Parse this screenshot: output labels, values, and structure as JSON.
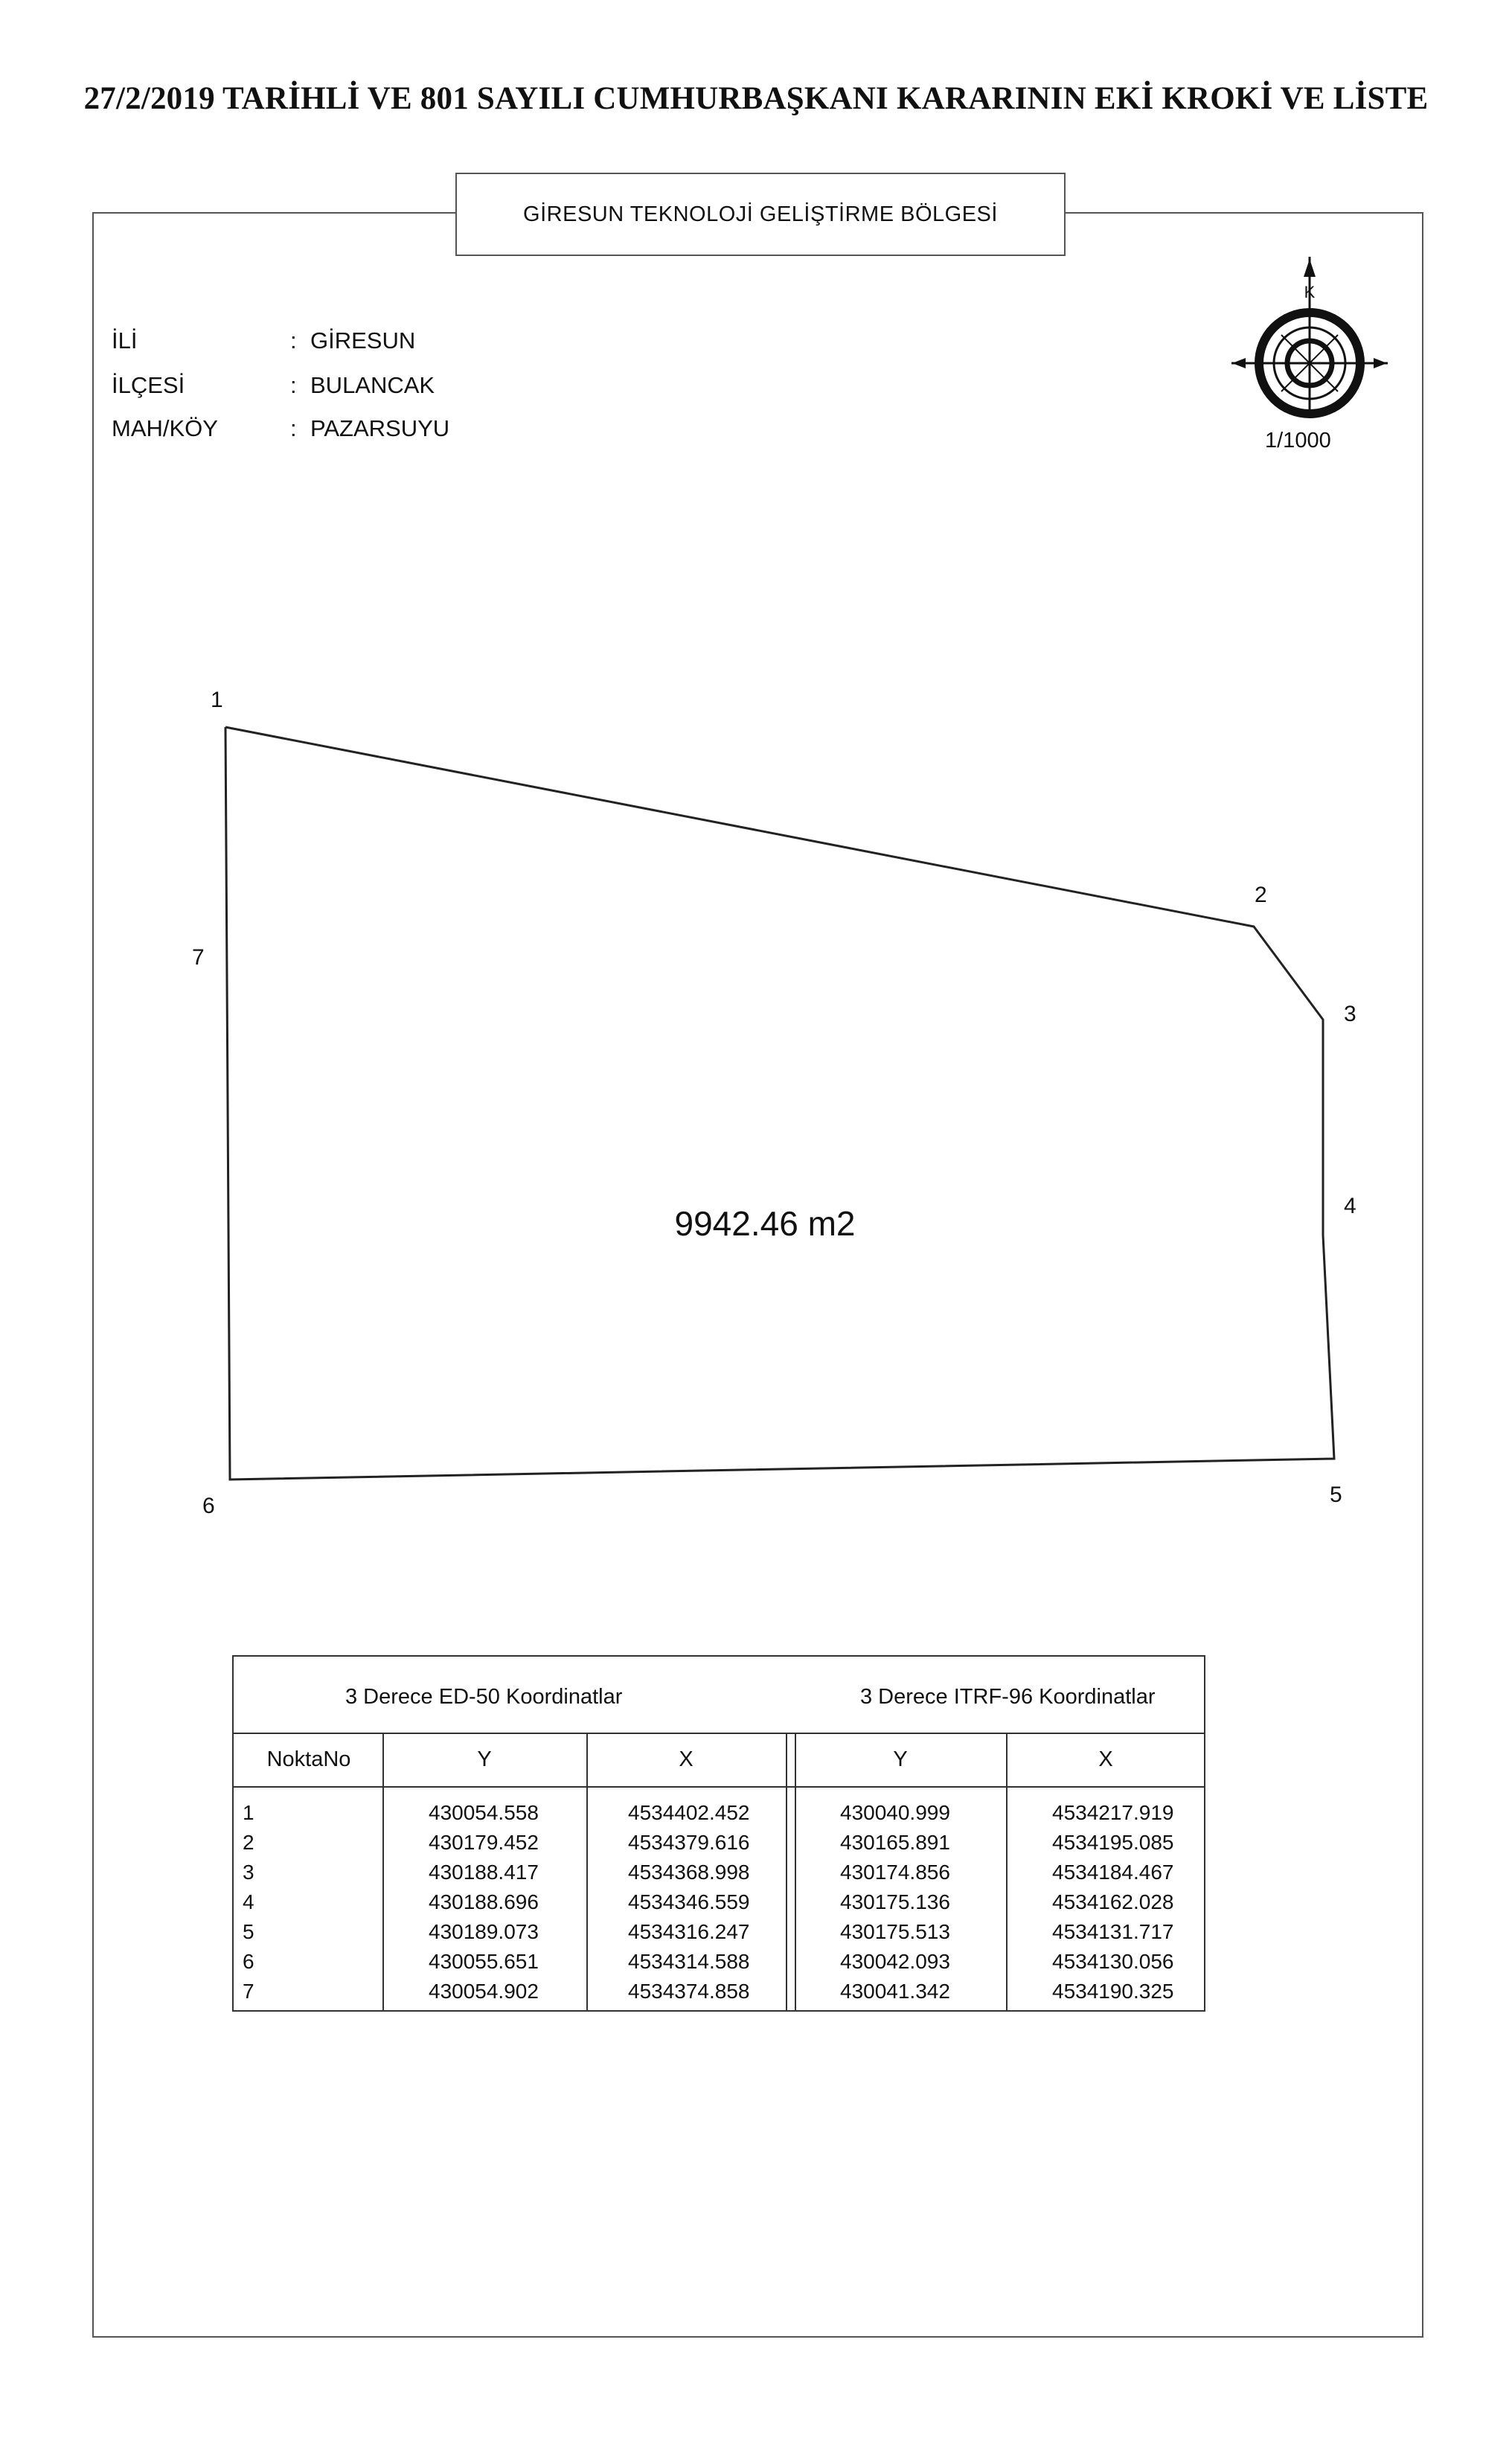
{
  "document": {
    "title": "27/2/2019 TARİHLİ VE 801 SAYILI CUMHURBAŞKANI KARARININ EKİ KROKİ VE LİSTE",
    "sheet_title": "GİRESUN TEKNOLOJİ GELİŞTİRME BÖLGESİ",
    "info": [
      {
        "label": "İLİ",
        "value": "GİRESUN"
      },
      {
        "label": "İLÇESİ",
        "value": "BULANCAK"
      },
      {
        "label": "MAH/KÖY",
        "value": "PAZARSUYU"
      }
    ],
    "info_separator": ":",
    "north_label": "K",
    "scale": "1/1000",
    "area": "9942.46 m2",
    "point_labels": [
      "1",
      "2",
      "3",
      "4",
      "5",
      "6",
      "7"
    ]
  },
  "table": {
    "system_left": "3 Derece ED-50 Koordinatlar",
    "system_right": "3 Derece ITRF-96 Koordinatlar",
    "headers": [
      "NoktaNo",
      "Y",
      "X",
      "Y",
      "X"
    ],
    "rows": [
      [
        "1",
        "430054.558",
        "4534402.452",
        "430040.999",
        "4534217.919"
      ],
      [
        "2",
        "430179.452",
        "4534379.616",
        "430165.891",
        "4534195.085"
      ],
      [
        "3",
        "430188.417",
        "4534368.998",
        "430174.856",
        "4534184.467"
      ],
      [
        "4",
        "430188.696",
        "4534346.559",
        "430175.136",
        "4534162.028"
      ],
      [
        "5",
        "430189.073",
        "4534316.247",
        "430175.513",
        "4534131.717"
      ],
      [
        "6",
        "430055.651",
        "4534314.588",
        "430042.093",
        "4534130.056"
      ],
      [
        "7",
        "430054.902",
        "4534374.858",
        "430041.342",
        "4534190.325"
      ]
    ]
  },
  "colors": {
    "ink": "#111111",
    "frame": "#555555"
  }
}
